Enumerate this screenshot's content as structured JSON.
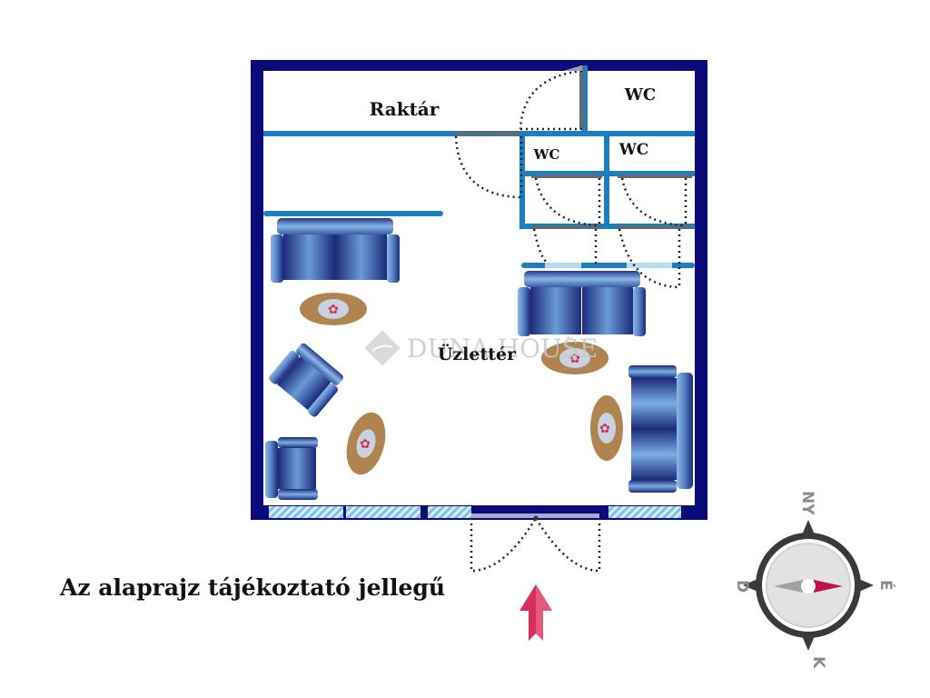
{
  "floorplan": {
    "rooms": [
      {
        "id": "storage",
        "label": "Raktár"
      },
      {
        "id": "wc-top",
        "label": "WC"
      },
      {
        "id": "wc-left",
        "label": "WC"
      },
      {
        "id": "wc-right",
        "label": "WC"
      },
      {
        "id": "shop-floor",
        "label": "Üzlettér"
      }
    ],
    "watermark": "DUNA HOUSE",
    "watermark_mark": "®",
    "colors": {
      "outer_wall": "#0a0a78",
      "inner_wall": "#1a7fc0",
      "door_leaf": "#5f6b73",
      "furniture_dark": "#1e2a78",
      "furniture_light": "#7fb0e0",
      "table_wood": "#b08450",
      "table_top": "#c8d2e0",
      "flower": "#d03050",
      "window_glass": "#8cc8f0",
      "entrance_arrow": "#d6305a"
    }
  },
  "disclaimer": "Az alaprajz tájékoztató jellegű",
  "compass": {
    "north": "NY",
    "east": "É",
    "south": "K",
    "west": "D",
    "needle_colors": {
      "east": "#c0104a",
      "west": "#a0a0a0"
    }
  }
}
